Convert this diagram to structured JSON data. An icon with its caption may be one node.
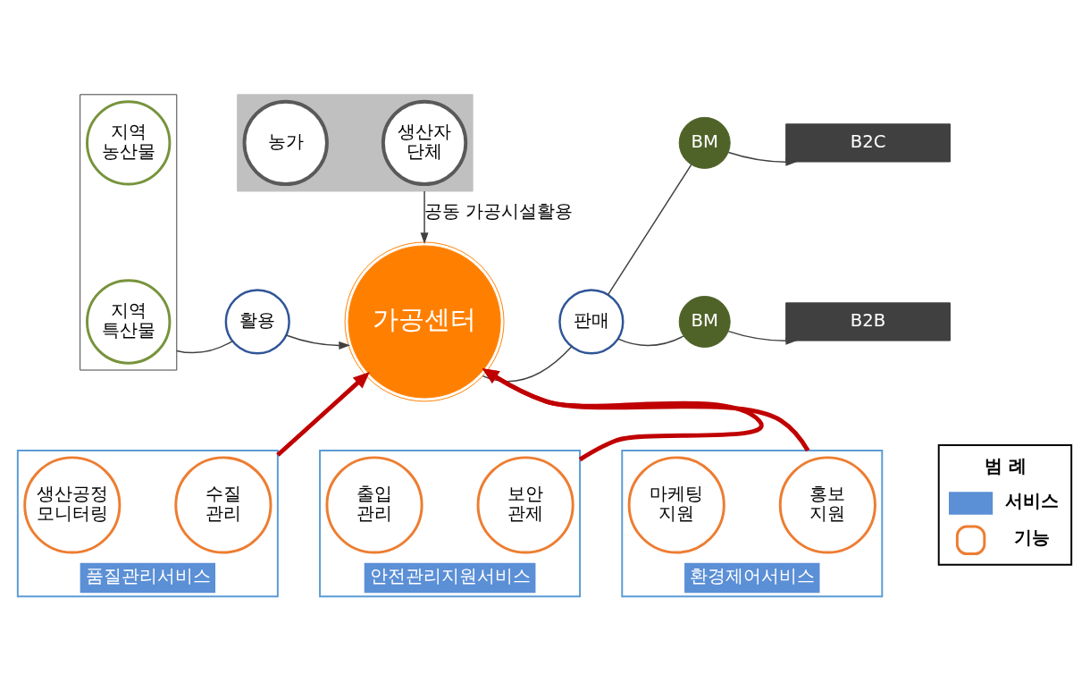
{
  "diagram": {
    "nodes": [
      {
        "text": [],
        "shape": "box"
      },
      {
        "text": [
          "농가"
        ],
        "in": 0
      },
      {
        "text": [
          "생산자 단체"
        ],
        "in": 0
      },
      {
        "text": [],
        "shape": "box"
      },
      {
        "text": [
          "지역 농산물"
        ],
        "in": 3
      },
      {
        "text": [
          "지역 특산물"
        ],
        "in": 3
      },
      {
        "text": [
          "활용"
        ]
      },
      {
        "text": [
          "가공센터"
        ]
      },
      {
        "text": [
          "판매"
        ]
      },
      {
        "text": [
          "BM"
        ]
      },
      {
        "text": [
          "B2C"
        ]
      },
      {
        "text": [
          "BM"
        ]
      },
      {
        "text": [
          "B2B"
        ]
      },
      {
        "text": [
          "품질관리서비스"
        ]
      },
      {
        "text": [
          "생산공정 모니터링"
        ],
        "in": 13
      },
      {
        "text": [
          "수질 관리"
        ],
        "in": 13
      },
      {
        "text": [
          "안전관리지원서비스"
        ]
      },
      {
        "text": [
          "출입 관리"
        ],
        "in": 16
      },
      {
        "text": [
          "보안 관제"
        ],
        "in": 16
      },
      {
        "text": [
          "환경제어서비스"
        ]
      },
      {
        "text": [
          "마케팅 지원"
        ],
        "in": 19
      },
      {
        "text": [
          "홍보 지원"
        ],
        "in": 19
      }
    ],
    "edges": [
      {
        "from": 0,
        "to": 7,
        "arrow": "to",
        "label": "공동 가공시설활용"
      },
      {
        "from": 3,
        "to": 6,
        "arrow": "none"
      },
      {
        "from": 6,
        "to": 7,
        "arrow": "to"
      },
      {
        "from": 7,
        "to": 8,
        "arrow": "none"
      },
      {
        "from": 8,
        "to": 9,
        "arrow": "none"
      },
      {
        "from": 8,
        "to": 11,
        "arrow": "none"
      },
      {
        "from": 9,
        "to": 10,
        "arrow": "to"
      },
      {
        "from": 11,
        "to": 12,
        "arrow": "to"
      },
      {
        "from": 13,
        "to": 7,
        "arrow": "to",
        "style": "thick",
        "color": "#c00000"
      },
      {
        "from": 16,
        "to": 7,
        "arrow": "to",
        "style": "thick",
        "color": "#c00000"
      },
      {
        "from": 19,
        "to": 7,
        "arrow": "to",
        "style": "thick",
        "color": "#c00000"
      }
    ],
    "labels": [
      "범 례"
    ],
    "legend": [
      {
        "text": "서비스",
        "color": "#5b8fd6"
      },
      {
        "text": "기능"
      }
    ]
  }
}
